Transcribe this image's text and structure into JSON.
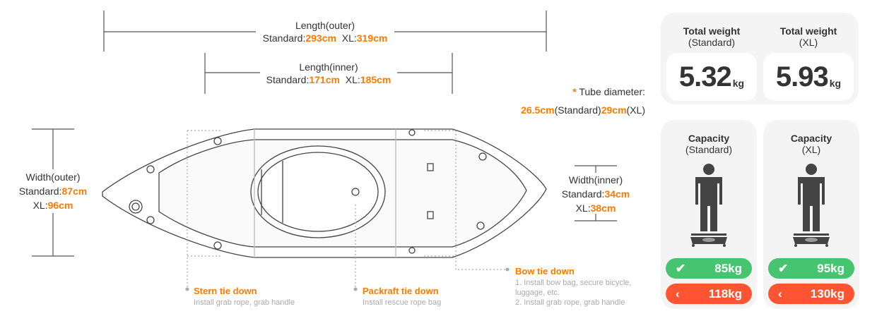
{
  "length_outer": {
    "title": "Length(outer)",
    "std_label": "Standard:",
    "std": "293cm",
    "xl_label": "XL:",
    "xl": "319cm"
  },
  "length_inner": {
    "title": "Length(inner)",
    "std_label": "Standard:",
    "std": "171cm",
    "xl_label": "XL:",
    "xl": "185cm"
  },
  "tube": {
    "star": "*",
    "title": "Tube diameter:",
    "std": "26.5cm",
    "std_label": "(Standard)",
    "xl": "29cm",
    "xl_label": "(XL)"
  },
  "width_outer": {
    "title": "Width(outer)",
    "std_label": "Standard:",
    "std": "87cm",
    "xl_label": "XL:",
    "xl": "96cm"
  },
  "width_inner": {
    "title": "Width(inner)",
    "std_label": "Standard:",
    "std": "34cm",
    "xl_label": "XL:",
    "xl": "38cm"
  },
  "callouts": {
    "stern": {
      "title": "Stern tie down",
      "desc": "Install grab rope, grab handle"
    },
    "packraft": {
      "title": "Packraft tie down",
      "desc": "Install rescue rope bag"
    },
    "bow": {
      "title": "Bow tie down",
      "desc1": "1. Install bow bag, secure bicycle,",
      "desc2": "luggage, etc.",
      "desc3": "2. Install grab rope, grab handle"
    }
  },
  "weight": {
    "standard": {
      "title": "Total weight",
      "sub": "(Standard)",
      "value": "5.32",
      "unit": "kg"
    },
    "xl": {
      "title": "Total weight",
      "sub": "(XL)",
      "value": "5.93",
      "unit": "kg"
    }
  },
  "capacity": {
    "standard": {
      "title": "Capacity",
      "sub": "(Standard)",
      "recommended": "85kg",
      "max": "118kg"
    },
    "xl": {
      "title": "Capacity",
      "sub": "(XL)",
      "recommended": "95kg",
      "max": "130kg"
    }
  },
  "colors": {
    "accent": "#ff7a00",
    "green": "#46c46f",
    "red": "#ff5533"
  }
}
